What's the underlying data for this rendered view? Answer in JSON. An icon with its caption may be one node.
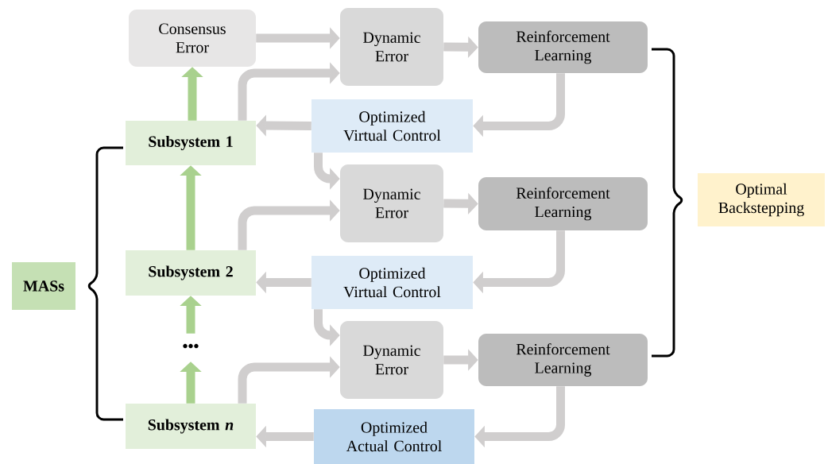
{
  "diagram": {
    "nodes": [
      {
        "text": [
          "MASs"
        ]
      },
      {
        "text": [
          "Subsystem 1"
        ]
      },
      {
        "text": [
          "Subsystem 2"
        ]
      },
      {
        "text": [
          "•••"
        ]
      },
      {
        "text": [
          "Subsystem *n*"
        ]
      },
      {
        "text": [
          "Consensus Error"
        ]
      },
      {
        "text": [
          "Dynamic Error"
        ]
      },
      {
        "text": [
          "Reinforcement Learning"
        ]
      },
      {
        "text": [
          "Optimized Virtual Control"
        ]
      },
      {
        "text": [
          "Dynamic Error"
        ]
      },
      {
        "text": [
          "Reinforcement Learning"
        ]
      },
      {
        "text": [
          "Optimized Virtual Control"
        ]
      },
      {
        "text": [
          "Dynamic Error"
        ]
      },
      {
        "text": [
          "Reinforcement Learning"
        ]
      },
      {
        "text": [
          "Optimized Actual Control"
        ]
      },
      {
        "text": [
          "Optimal Backstepping"
        ]
      }
    ],
    "edges": [
      {
        "from": 1,
        "to": 5,
        "arrow": "to",
        "color": "#a9d18e"
      },
      {
        "from": 2,
        "to": 1,
        "arrow": "to",
        "color": "#a9d18e"
      },
      {
        "from": 3,
        "to": 2,
        "arrow": "to",
        "color": "#a9d18e"
      },
      {
        "from": 4,
        "to": 3,
        "arrow": "to",
        "color": "#a9d18e"
      },
      {
        "from": 5,
        "to": 6,
        "arrow": "to"
      },
      {
        "from": 1,
        "to": 6,
        "arrow": "to"
      },
      {
        "from": 6,
        "to": 7,
        "arrow": "to"
      },
      {
        "from": 7,
        "to": 8,
        "arrow": "to"
      },
      {
        "from": 8,
        "to": 1,
        "arrow": "to"
      },
      {
        "from": 8,
        "to": 9,
        "arrow": "to"
      },
      {
        "from": 2,
        "to": 9,
        "arrow": "to"
      },
      {
        "from": 9,
        "to": 10,
        "arrow": "to"
      },
      {
        "from": 10,
        "to": 11,
        "arrow": "to"
      },
      {
        "from": 11,
        "to": 2,
        "arrow": "to"
      },
      {
        "from": 11,
        "to": 12,
        "arrow": "to"
      },
      {
        "from": 4,
        "to": 12,
        "arrow": "to"
      },
      {
        "from": 12,
        "to": 13,
        "arrow": "to"
      },
      {
        "from": 13,
        "to": 14,
        "arrow": "to"
      },
      {
        "from": 14,
        "to": 4,
        "arrow": "to"
      }
    ]
  }
}
